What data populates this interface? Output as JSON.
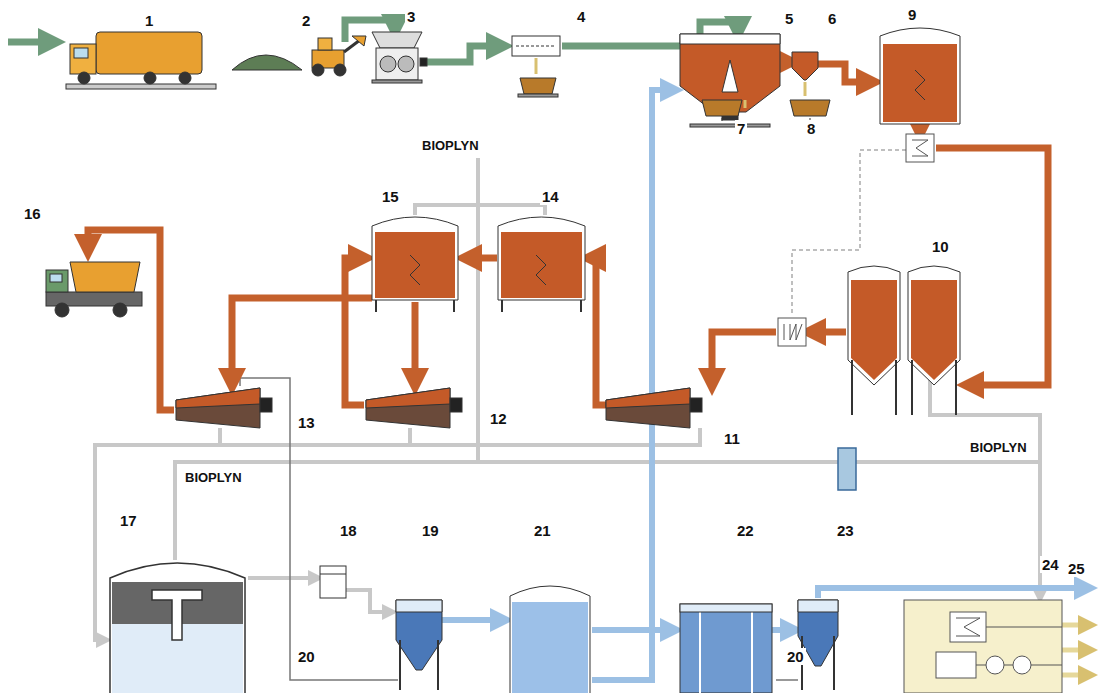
{
  "diagram": {
    "labels": [
      "1",
      "2",
      "3",
      "4",
      "5",
      "6",
      "9",
      "7",
      "8",
      "BIOPLYN",
      "15",
      "14",
      "16",
      "10",
      "13",
      "12",
      "11",
      "BIOPLYN",
      "BIOPLYN",
      "17",
      "24",
      "18",
      "19",
      "21",
      "22",
      "23",
      "25",
      "20",
      "20"
    ]
  }
}
